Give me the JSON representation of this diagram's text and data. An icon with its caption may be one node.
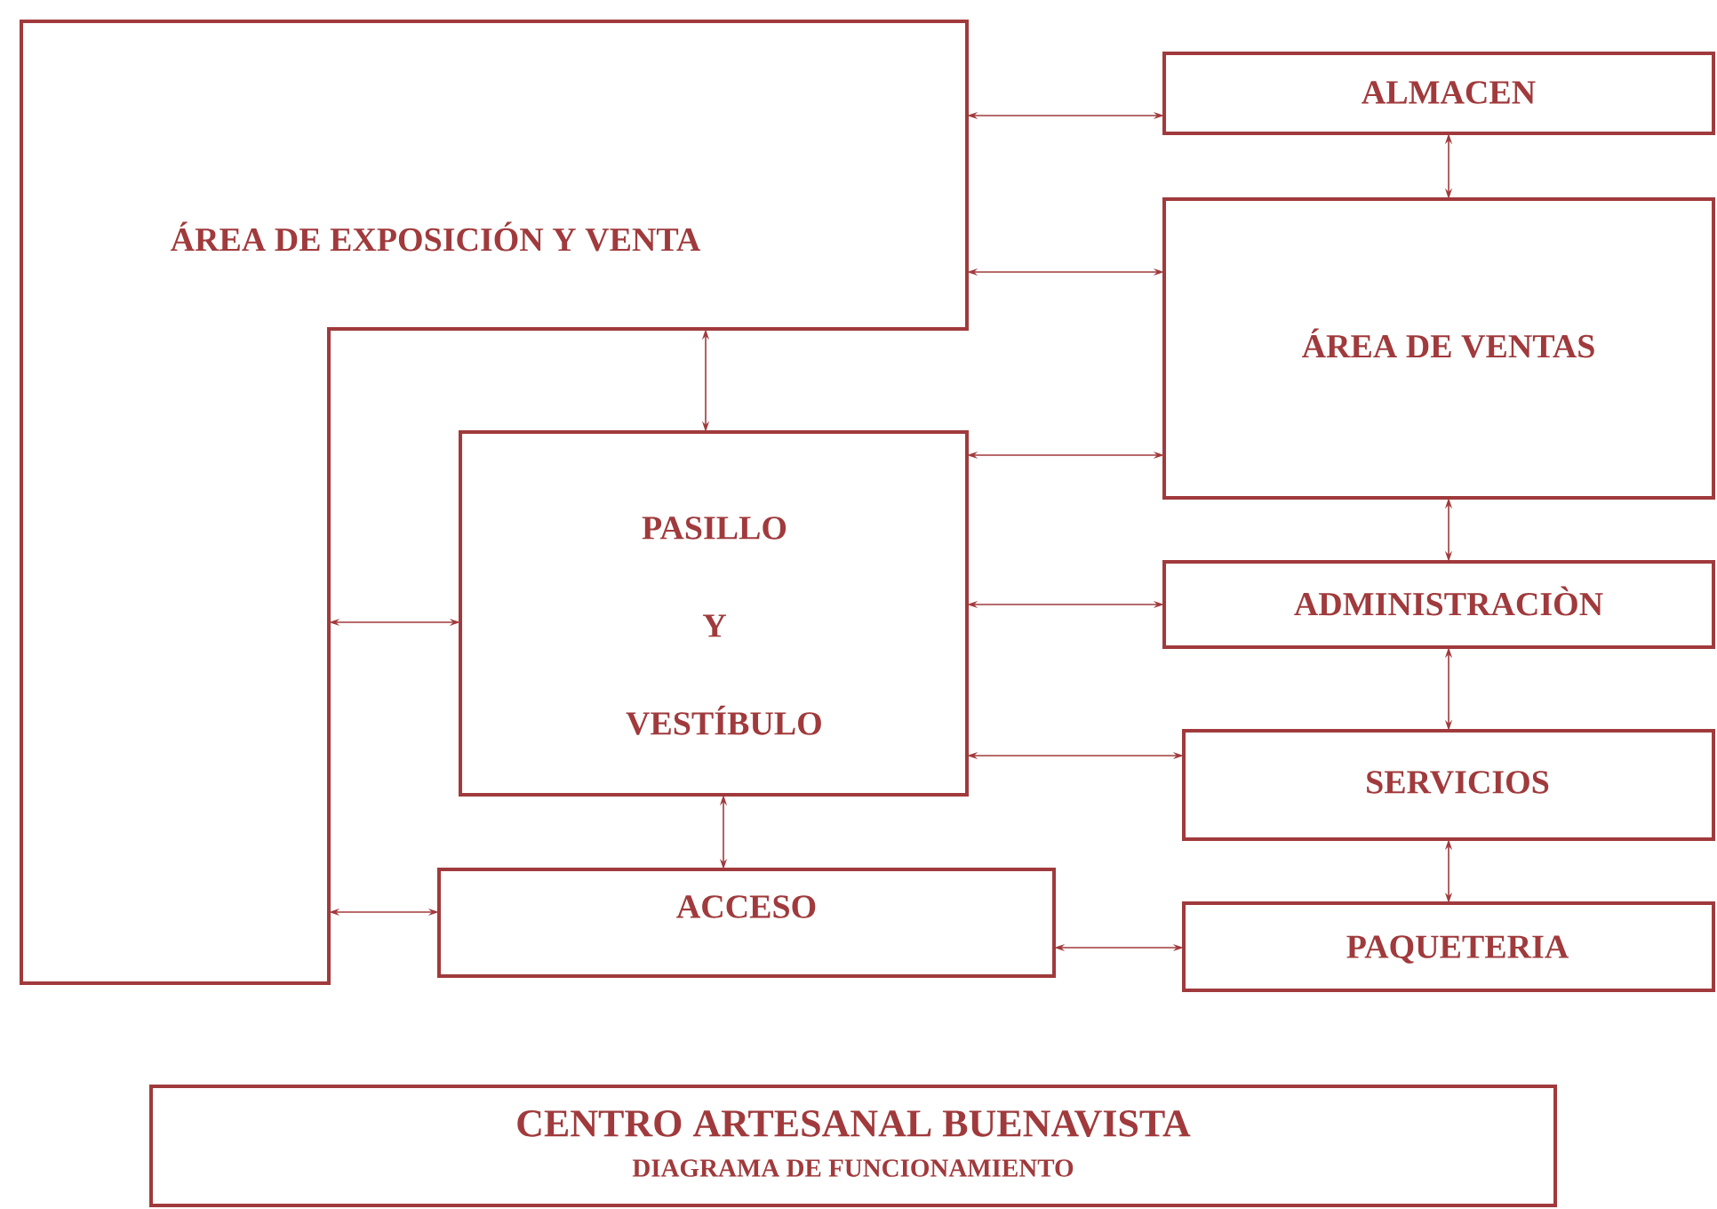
{
  "diagram": {
    "title": "CENTRO ARTESANAL BUENAVISTA",
    "caption": "DIAGRAMA DE FUNCIONAMIENTO",
    "nodes": [
      {
        "text": [
          "ÁREA DE EXPOSICIÓN Y VENTA"
        ]
      },
      {
        "text": [
          "ALMACEN"
        ]
      },
      {
        "text": [
          "ÁREA DE VENTAS"
        ]
      },
      {
        "text": [
          "PASILLO Y VESTÍBULO"
        ]
      },
      {
        "text": [
          "ADMINISTRACIÒN"
        ]
      },
      {
        "text": [
          "SERVICIOS"
        ]
      },
      {
        "text": [
          "ACCESO"
        ]
      },
      {
        "text": [
          "PAQUETERIA"
        ]
      }
    ],
    "edges": [
      {
        "from": 0,
        "to": 1,
        "arrow": "both"
      },
      {
        "from": 0,
        "to": 2,
        "arrow": "both"
      },
      {
        "from": 0,
        "to": 3,
        "arrow": "both"
      },
      {
        "from": 3,
        "to": 2,
        "arrow": "both"
      },
      {
        "from": 1,
        "to": 2,
        "arrow": "both"
      },
      {
        "from": 2,
        "to": 4,
        "arrow": "both"
      },
      {
        "from": 3,
        "to": 4,
        "arrow": "both"
      },
      {
        "from": 0,
        "to": 3,
        "arrow": "both"
      },
      {
        "from": 4,
        "to": 5,
        "arrow": "both"
      },
      {
        "from": 3,
        "to": 5,
        "arrow": "both"
      },
      {
        "from": 3,
        "to": 6,
        "arrow": "both"
      },
      {
        "from": 0,
        "to": 6,
        "arrow": "both"
      },
      {
        "from": 5,
        "to": 7,
        "arrow": "both"
      },
      {
        "from": 6,
        "to": 7,
        "arrow": "both"
      }
    ]
  }
}
